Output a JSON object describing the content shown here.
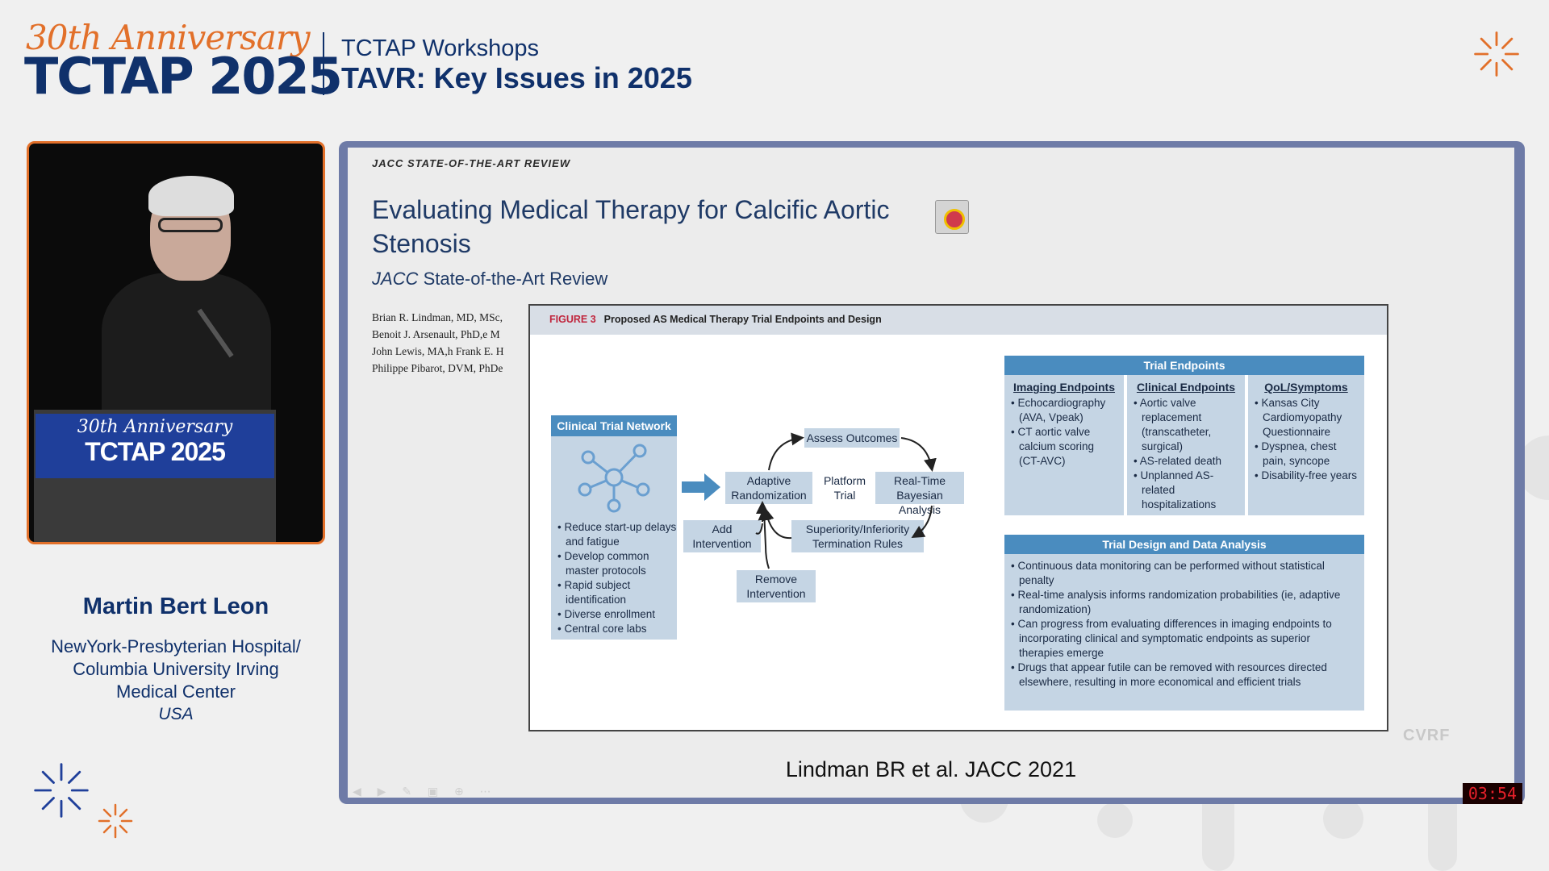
{
  "header": {
    "anniversary": "30th Anniversary",
    "event": "TCTAP 2025",
    "session_type": "TCTAP Workshops",
    "session_title": "TAVR: Key Issues in 2025"
  },
  "speaker": {
    "podium_anniversary": "30th Anniversary",
    "podium_event": "TCTAP 2025",
    "name": "Martin Bert Leon",
    "affiliation_line1": "NewYork-Presbyterian Hospital/",
    "affiliation_line2": "Columbia University Irving",
    "affiliation_line3": "Medical Center",
    "country": "USA"
  },
  "slide": {
    "kicker": "JACC STATE-OF-THE-ART REVIEW",
    "title": "Evaluating Medical Therapy for Calcific Aortic Stenosis",
    "subtitle_italic": "JACC",
    "subtitle_rest": " State-of-the-Art Review",
    "authors": [
      "Brian R. Lindman, MD, MSc,",
      "Benoit J. Arsenault, PhD,e M",
      "John Lewis, MA,h Frank E. H",
      "Philippe Pibarot, DVM, PhDe"
    ],
    "figure": {
      "number": "FIGURE 3",
      "caption": "Proposed AS Medical Therapy Trial Endpoints and Design",
      "network_title": "Clinical Trial Network",
      "network_items": [
        "• Reduce start-up delays and fatigue",
        "• Develop common master protocols",
        "• Rapid subject identification",
        "• Diverse enrollment",
        "• Central core labs"
      ],
      "flow": {
        "assess": "Assess Outcomes",
        "adaptive": "Adaptive Randomization",
        "platform": "Platform Trial",
        "realtime": "Real-Time Bayesian Analysis",
        "add": "Add Intervention",
        "superiority": "Superiority/Inferiority Termination Rules",
        "remove": "Remove Intervention"
      },
      "endpoints_title": "Trial Endpoints",
      "endpoint_columns": [
        {
          "heading": "Imaging Endpoints",
          "items": [
            "• Echocardiography (AVA, Vpeak)",
            "• CT aortic valve calcium scoring (CT-AVC)"
          ]
        },
        {
          "heading": "Clinical Endpoints",
          "items": [
            "• Aortic valve replacement (transcatheter, surgical)",
            "• AS-related death",
            "• Unplanned AS-related hospitalizations"
          ]
        },
        {
          "heading": "QoL/Symptoms",
          "items": [
            "• Kansas City Cardiomyopathy Questionnaire",
            "• Dyspnea, chest pain, syncope",
            "• Disability-free years"
          ]
        }
      ],
      "design_title": "Trial Design and Data Analysis",
      "design_items": [
        "• Continuous data monitoring can be performed without statistical penalty",
        "• Real-time analysis informs randomization probabilities (ie, adaptive randomization)",
        "• Can progress from evaluating differences in imaging endpoints to incorporating clinical and symptomatic endpoints as superior therapies emerge",
        "• Drugs that appear futile can be removed with resources directed elsewhere, resulting in more economical and efficient trials"
      ]
    },
    "citation": "Lindman BR et al. JACC 2021",
    "watermark": "CVRF"
  },
  "timer": "03:54",
  "colors": {
    "brand_navy": "#10316b",
    "brand_orange": "#e2702a",
    "figure_blue": "#4a8cbf",
    "figure_box": "#c5d5e4"
  }
}
